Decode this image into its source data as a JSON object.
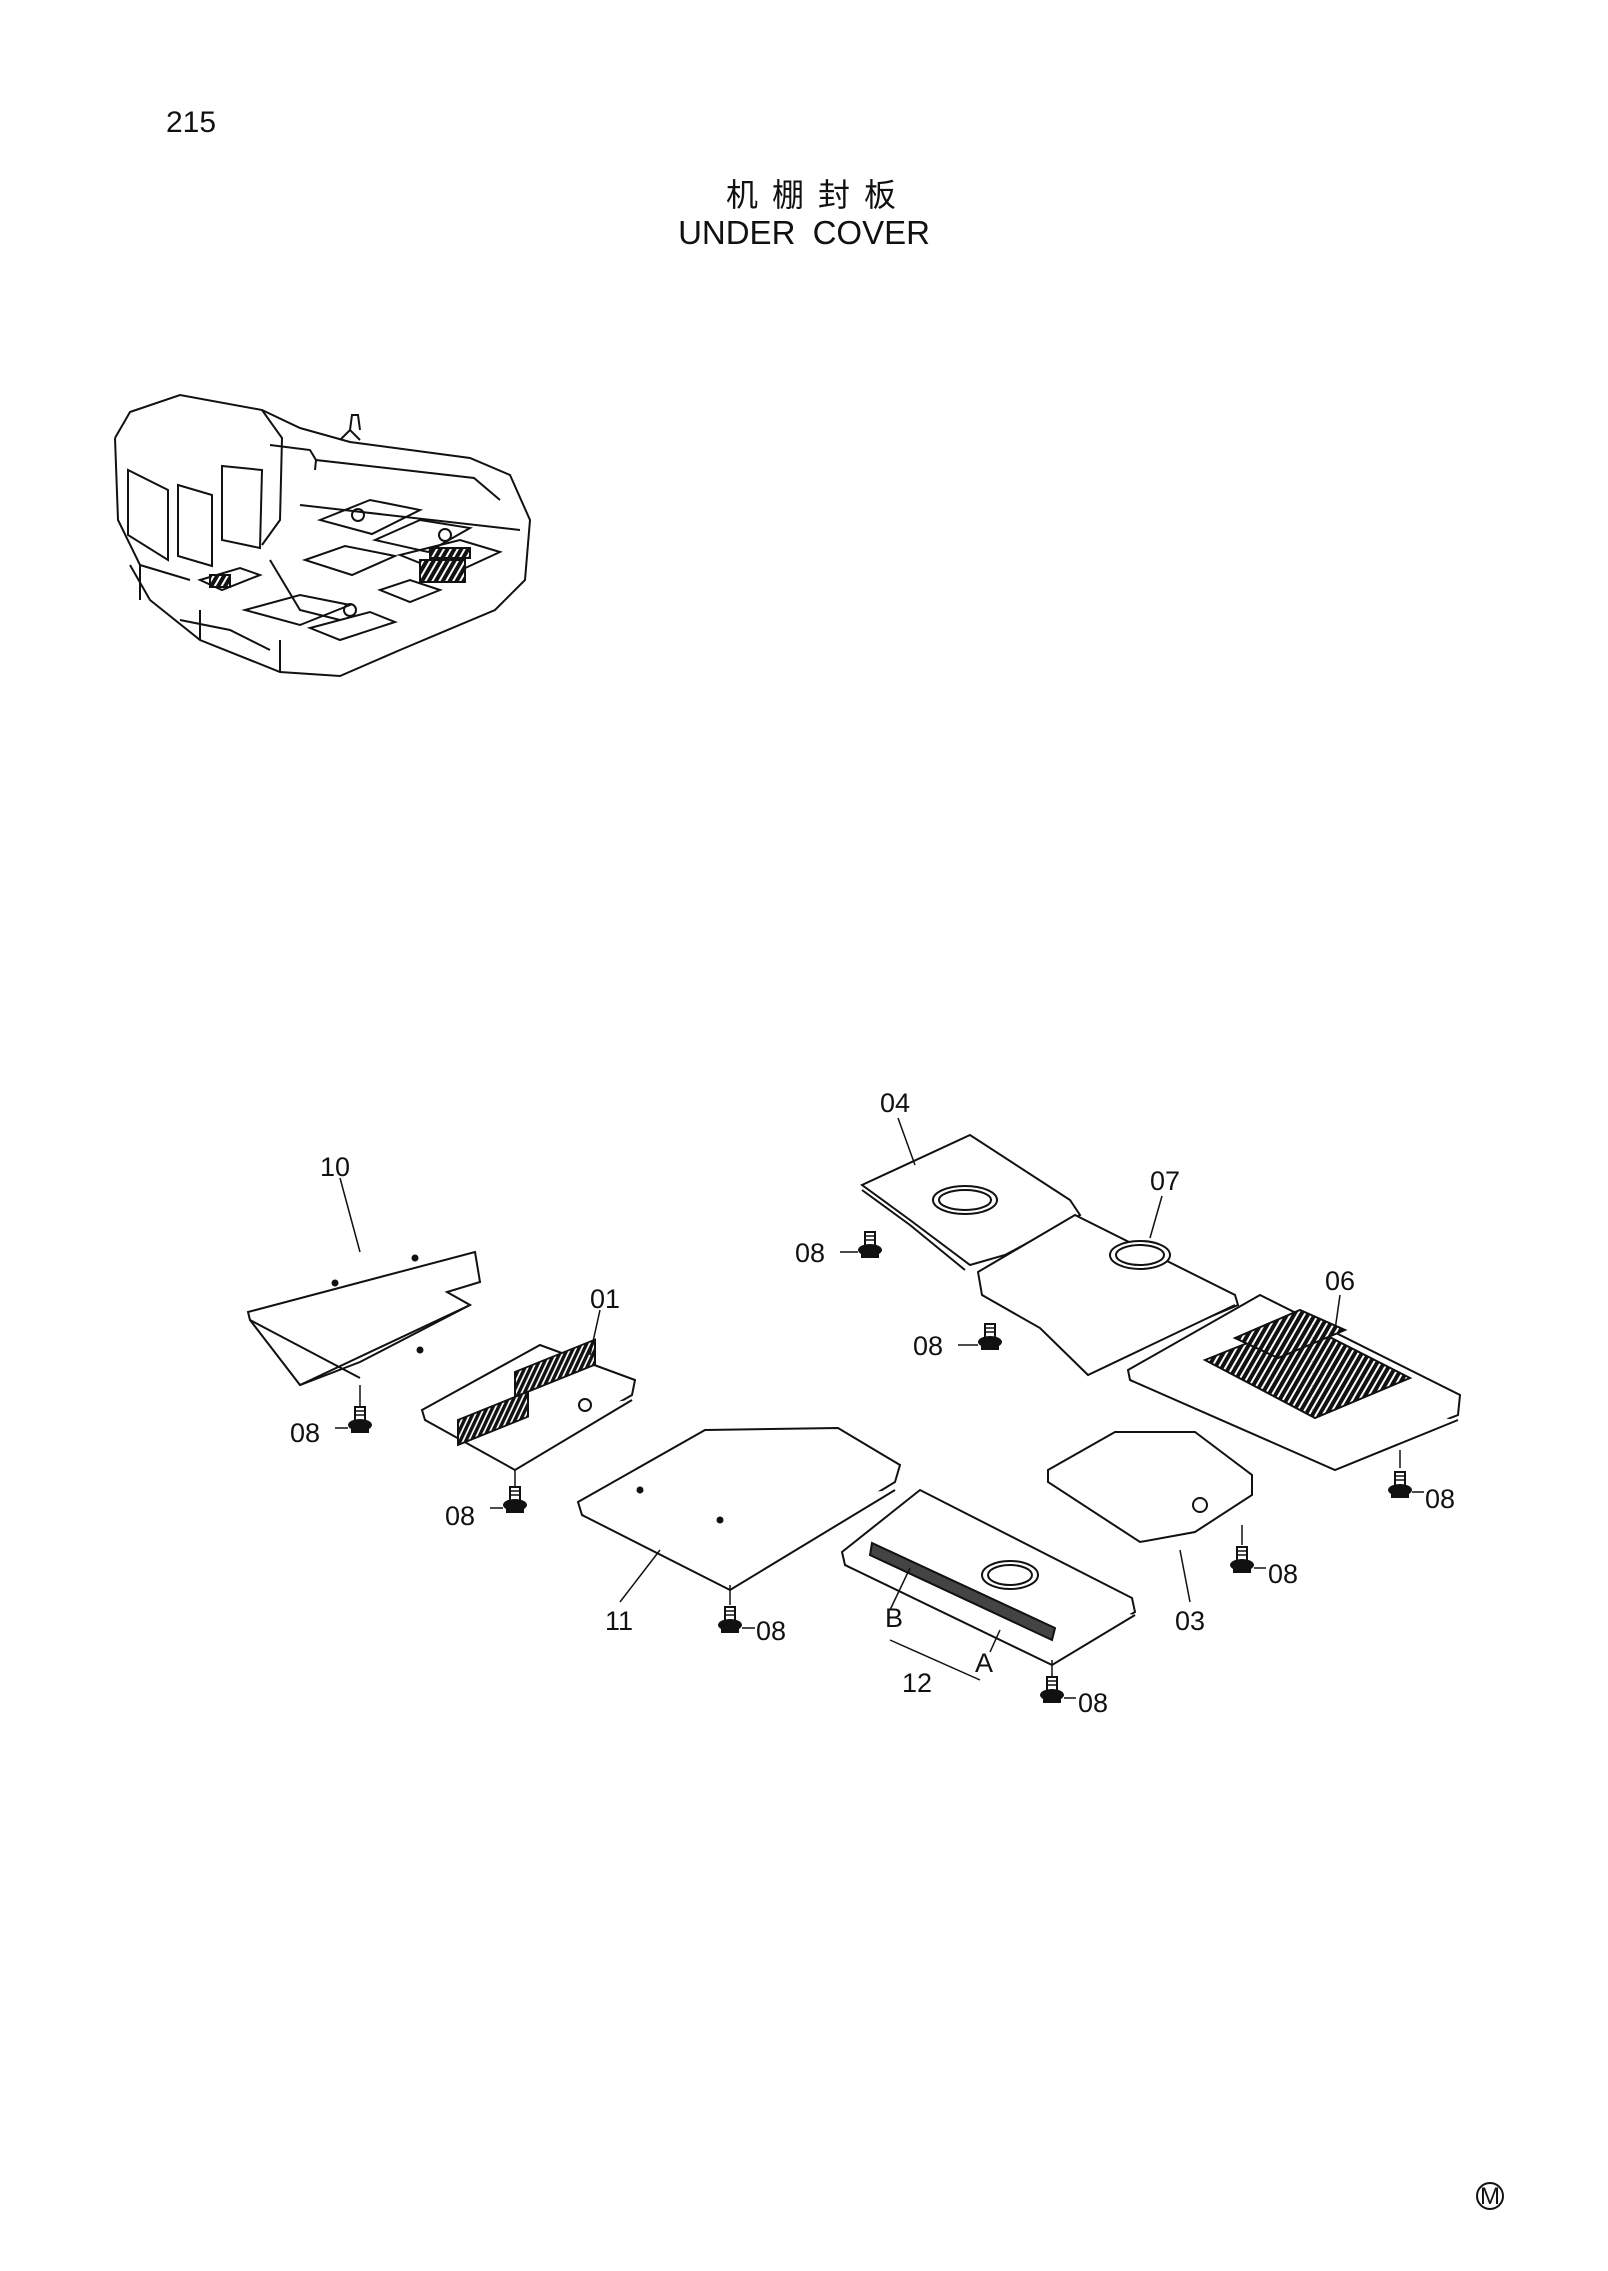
{
  "page": {
    "number": "215",
    "title_cn": "机棚封板",
    "title_en": "UNDER COVER",
    "footer_mark": "M"
  },
  "callouts": {
    "c01": "01",
    "c03": "03",
    "c04": "04",
    "c06": "06",
    "c07": "07",
    "c10": "10",
    "c11": "11",
    "c12": "12",
    "c08a": "08",
    "c08b": "08",
    "c08c": "08",
    "c08d": "08",
    "c08e": "08",
    "c08f": "08",
    "c08g": "08",
    "c08h": "08",
    "labelA": "A",
    "labelB": "B"
  }
}
